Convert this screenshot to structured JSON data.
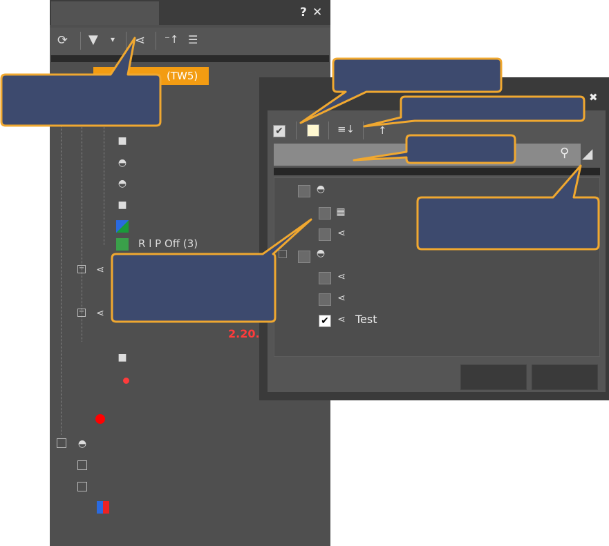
{
  "panel": {
    "help": "?",
    "close": "✕",
    "selected_item": "(TW5)",
    "visible_item": "R     l P Off     (3)",
    "red_text": "2.20."
  },
  "toolbar": {
    "icons": [
      "refresh-icon",
      "filter-icon",
      "dropdown-arrow-icon",
      "network-icon",
      "collapse-up-icon",
      "expand-tree-icon"
    ]
  },
  "dialog": {
    "close": "✖",
    "search_placeholder": "",
    "test_item": "Test",
    "check": "✔"
  },
  "colors": {
    "accent": "#f39c12",
    "callout_fill": "#3d4a6e",
    "callout_border": "#f0a830",
    "error": "#ff3b3b"
  }
}
